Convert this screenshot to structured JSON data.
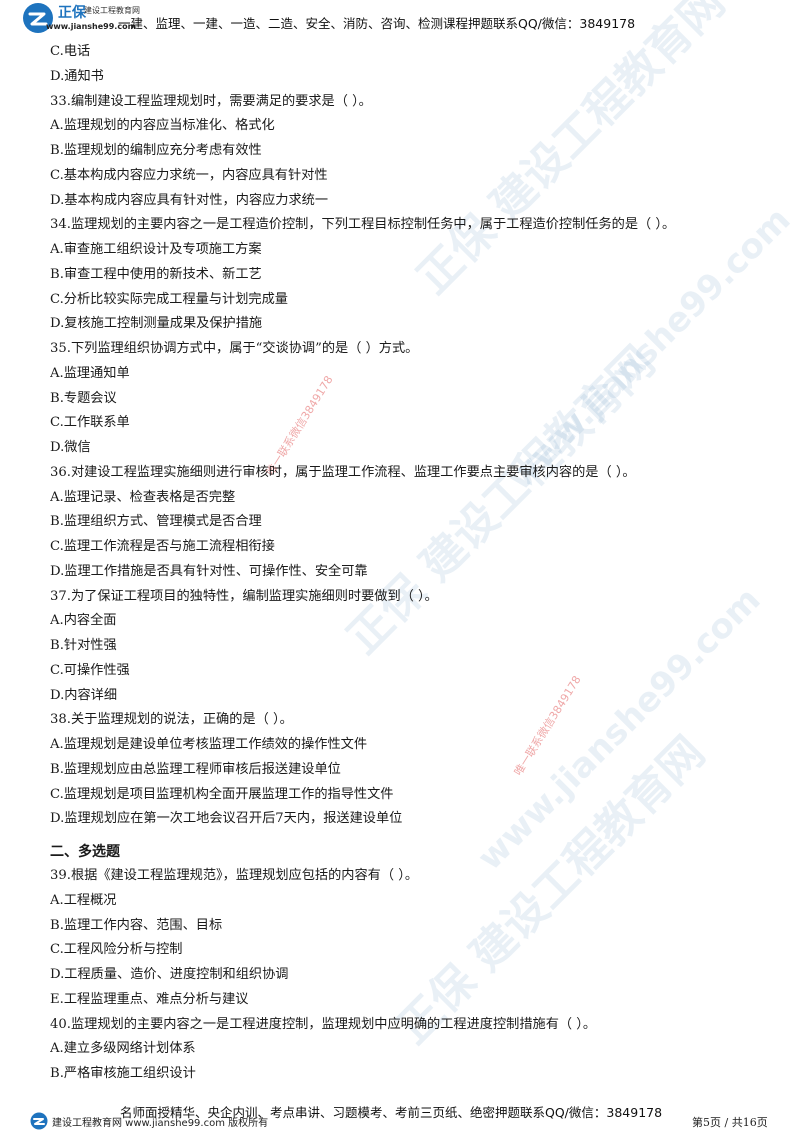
{
  "header": {
    "logo_brand": "正保",
    "logo_org": "建设工程教育网",
    "logo_url": "www.jianshe99.com",
    "text": "一建、监理、一建、一造、二造、安全、消防、咨询、检测课程押题联系QQ/微信：3849178"
  },
  "lines": [
    "C.电话",
    "D.通知书",
    "33.编制建设工程监理规划时，需要满足的要求是（ ）。",
    "A.监理规划的内容应当标准化、格式化",
    "B.监理规划的编制应充分考虑有效性",
    "C.基本构成内容应力求统一，内容应具有针对性",
    "D.基本构成内容应具有针对性，内容应力求统一",
    "34.监理规划的主要内容之一是工程造价控制，下列工程目标控制任务中，属于工程造价控制任务的是（ ）。",
    "A.审查施工组织设计及专项施工方案",
    "B.审查工程中使用的新技术、新工艺",
    "C.分析比较实际完成工程量与计划完成量",
    "D.复核施工控制测量成果及保护措施",
    "35.下列监理组织协调方式中，属于“交谈协调”的是（ ）方式。",
    "A.监理通知单",
    "B.专题会议",
    "C.工作联系单",
    "D.微信",
    "36.对建设工程监理实施细则进行审核时，属于监理工作流程、监理工作要点主要审核内容的是（ ）。",
    "A.监理记录、检查表格是否完整",
    "B.监理组织方式、管理模式是否合理",
    "C.监理工作流程是否与施工流程相衔接",
    "D.监理工作措施是否具有针对性、可操作性、安全可靠",
    "37.为了保证工程项目的独特性，编制监理实施细则时要做到（ ）。",
    "A.内容全面",
    "B.针对性强",
    "C.可操作性强",
    "D.内容详细",
    "38.关于监理规划的说法，正确的是（ ）。",
    "A.监理规划是建设单位考核监理工作绩效的操作性文件",
    "B.监理规划应由总监理工程师审核后报送建设单位",
    "C.监理规划是项目监理机构全面开展监理工作的指导性文件",
    "D.监理规划应在第一次工地会议召开后7天内，报送建设单位"
  ],
  "section_title": "二、多选题",
  "lines2": [
    "39.根据《建设工程监理规范》，监理规划应包括的内容有（ ）。",
    "A.工程概况",
    "B.监理工作内容、范围、目标",
    "C.工程风险分析与控制",
    "D.工程质量、造价、进度控制和组织协调",
    "E.工程监理重点、难点分析与建议",
    "40.监理规划的主要内容之一是工程进度控制，监理规划中应明确的工程进度控制措施有（ ）。",
    "A.建立多级网络计划体系",
    "B.严格审核施工组织设计"
  ],
  "footer": {
    "text": "名师面授精华、央企内训、考点串讲、习题模考、考前三页纸、绝密押题联系QQ/微信：3849178",
    "brand": "建设工程教育网 www.jianshe99.com 版权所有",
    "page": "第5页 / 共16页"
  },
  "watermarks": {
    "main": "正保 建设工程教育网",
    "url": "www.jianshe99.com",
    "stamp": "唯一联系微信3849178"
  },
  "colors": {
    "brand": "#1e73be",
    "watermark": "#78a0c8",
    "stamp": "#dc3c3c"
  }
}
